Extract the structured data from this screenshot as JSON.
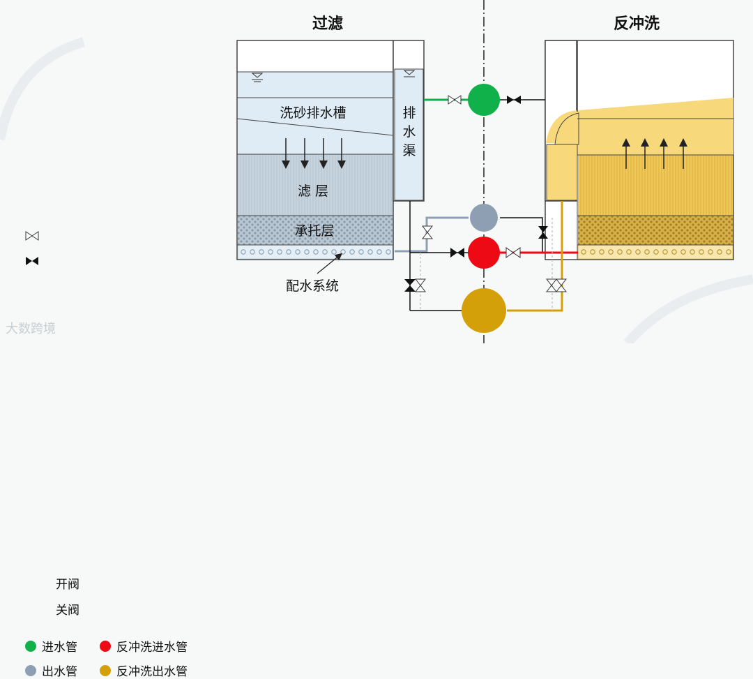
{
  "titles": {
    "filtration": "过滤",
    "backwash": "反冲洗"
  },
  "labels": {
    "wash_trough": "洗砂排水槽",
    "channel": [
      "排",
      "水",
      "渠"
    ],
    "filter_layer": "滤 层",
    "support_layer": "承托层",
    "distribution": "配水系统"
  },
  "legend": {
    "open_valve": "开阀",
    "closed_valve": "关阀",
    "inlet": "进水管",
    "outlet": "出水管",
    "bw_inlet": "反冲洗进水管",
    "bw_outlet": "反冲洗出水管"
  },
  "colors": {
    "inlet": "#10b04a",
    "outlet": "#8e9fb4",
    "bw_inlet": "#ee0a14",
    "bw_outlet": "#d4a00a",
    "water_blue": "#dfecf5",
    "sand_blue": "#c9d6de",
    "water_yellow": "#f7d97c"
  },
  "watermark": "大数跨境"
}
